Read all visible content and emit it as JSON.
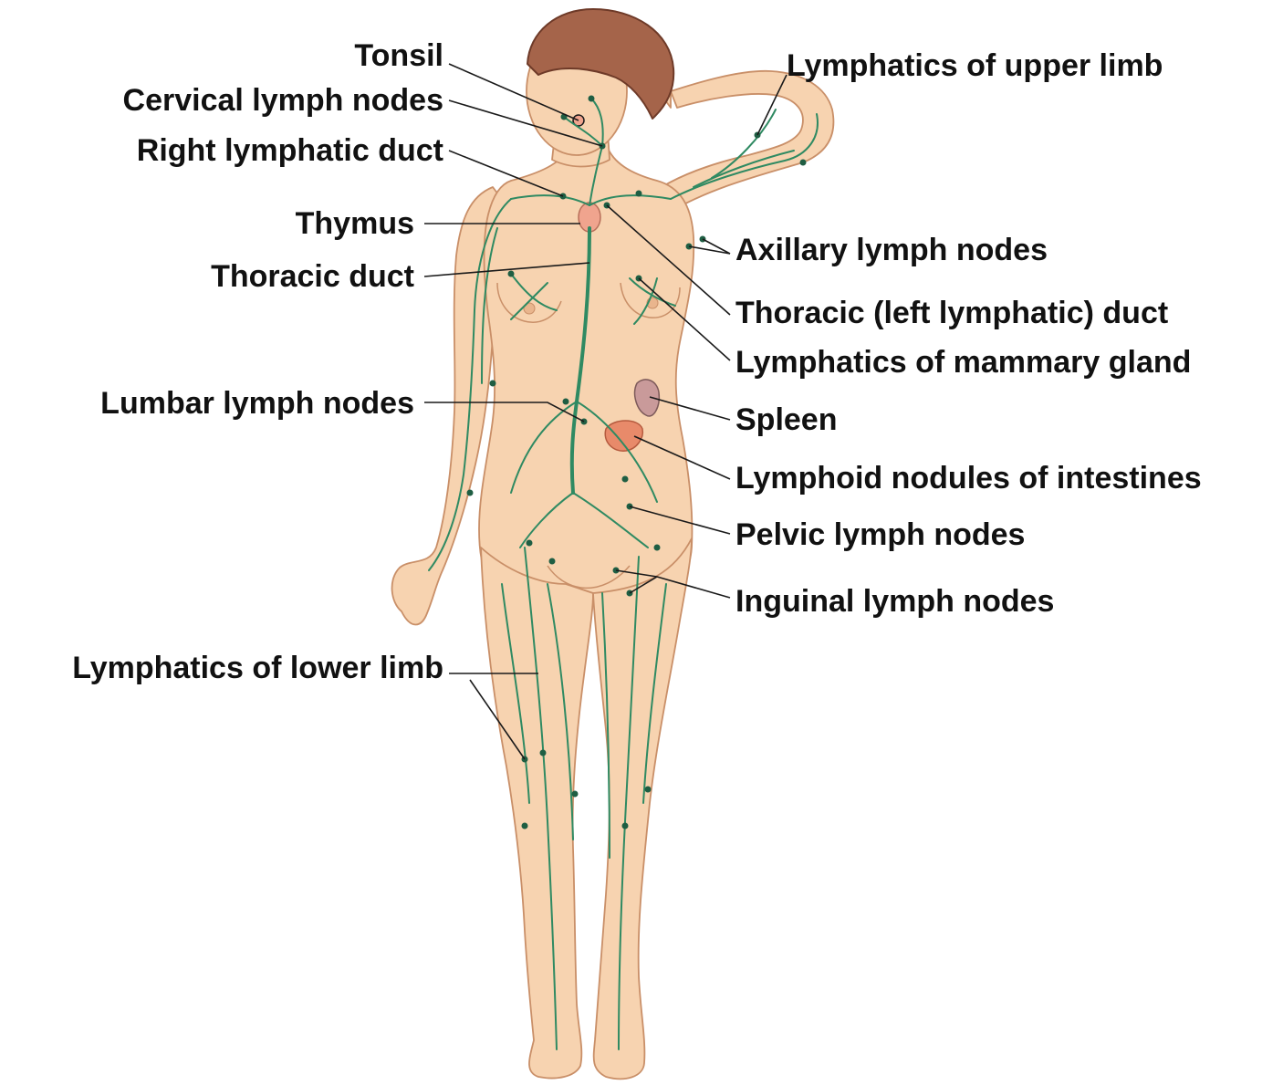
{
  "colors": {
    "skin": "#f7d3b0",
    "skin_shade": "#e9b58d",
    "skin_outline": "#c98f68",
    "hair": "#a5644a",
    "hair_dark": "#6e3a28",
    "lymph_vessel": "#2f8a62",
    "lymph_node": "#1f5e43",
    "thymus": "#f0a48e",
    "spleen": "#c99a9a",
    "intestine_nodules": "#e88a6a",
    "leader_line": "#1a1a1a",
    "label_text": "#111111"
  },
  "labels": {
    "left": [
      {
        "id": "tonsil",
        "text": "Tonsil"
      },
      {
        "id": "cervical",
        "text": "Cervical lymph nodes"
      },
      {
        "id": "right_duct",
        "text": "Right lymphatic duct"
      },
      {
        "id": "thymus",
        "text": "Thymus"
      },
      {
        "id": "thoracic_duct",
        "text": "Thoracic duct"
      },
      {
        "id": "lumbar",
        "text": "Lumbar lymph nodes"
      },
      {
        "id": "lower_limb",
        "text": "Lymphatics of lower limb"
      }
    ],
    "right": [
      {
        "id": "upper_limb",
        "text": "Lymphatics of upper limb"
      },
      {
        "id": "axillary",
        "text": "Axillary lymph nodes"
      },
      {
        "id": "thoracic_left",
        "text": "Thoracic (left lymphatic) duct"
      },
      {
        "id": "mammary",
        "text": "Lymphatics of mammary gland"
      },
      {
        "id": "spleen",
        "text": "Spleen"
      },
      {
        "id": "intestines",
        "text": "Lymphoid nodules of intestines"
      },
      {
        "id": "pelvic",
        "text": "Pelvic lymph nodes"
      },
      {
        "id": "inguinal",
        "text": "Inguinal lymph nodes"
      }
    ]
  }
}
